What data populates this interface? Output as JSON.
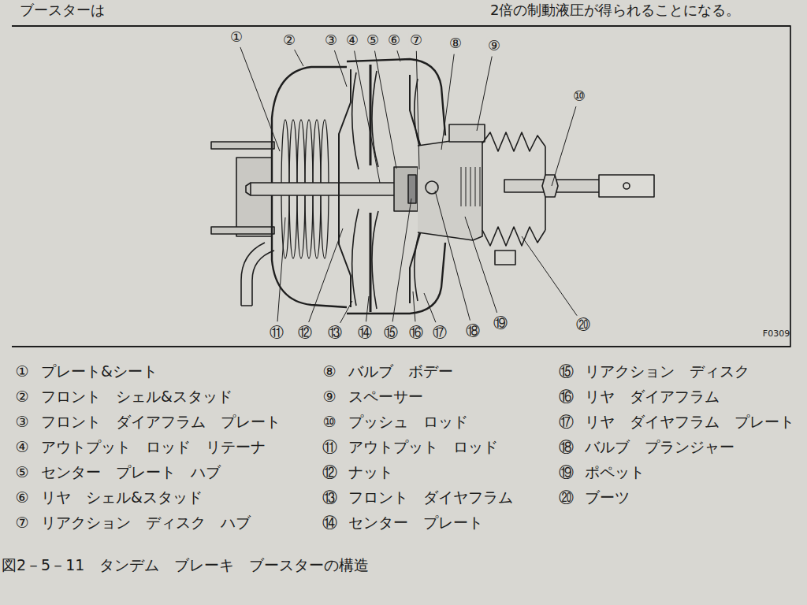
{
  "diagram": {
    "caption": "図2－5－11　タンデム　ブレーキ　ブースターの構造",
    "labels": [
      "ブースターは",
      "2倍の制動液圧が得られることになる。",
      "①",
      "②",
      "③",
      "④",
      "⑤",
      "⑥",
      "⑦",
      "⑧",
      "⑨",
      "⑩",
      "⑪",
      "⑫",
      "⑬",
      "⑭",
      "⑮",
      "⑯",
      "⑰",
      "⑱",
      "⑲",
      "⑳",
      "F0309",
      "①",
      "プレート&シート",
      "②",
      "フロント　シェル&スタッド",
      "③",
      "フロント　ダイアフラム　プレート",
      "④",
      "アウトプット　ロッド　リテーナ",
      "⑤",
      "センター　プレート　ハブ",
      "⑥",
      "リヤ　シェル&スタッド",
      "⑦",
      "リアクション　ディスク　ハブ",
      "⑧",
      "バルブ　ボデー",
      "⑨",
      "スペーサー",
      "⑩",
      "プッシュ　ロッド",
      "⑪",
      "アウトプット　ロッド",
      "⑫",
      "ナット",
      "⑬",
      "フロント　ダイヤフラム",
      "⑭",
      "センター　プレート",
      "⑮",
      "リアクション　ディスク",
      "⑯",
      "リヤ　ダイアフラム",
      "⑰",
      "リヤ　ダイヤフラム　プレート",
      "⑱",
      "バルブ　プランジャー",
      "⑲",
      "ポペット",
      "⑳",
      "ブーツ"
    ]
  }
}
